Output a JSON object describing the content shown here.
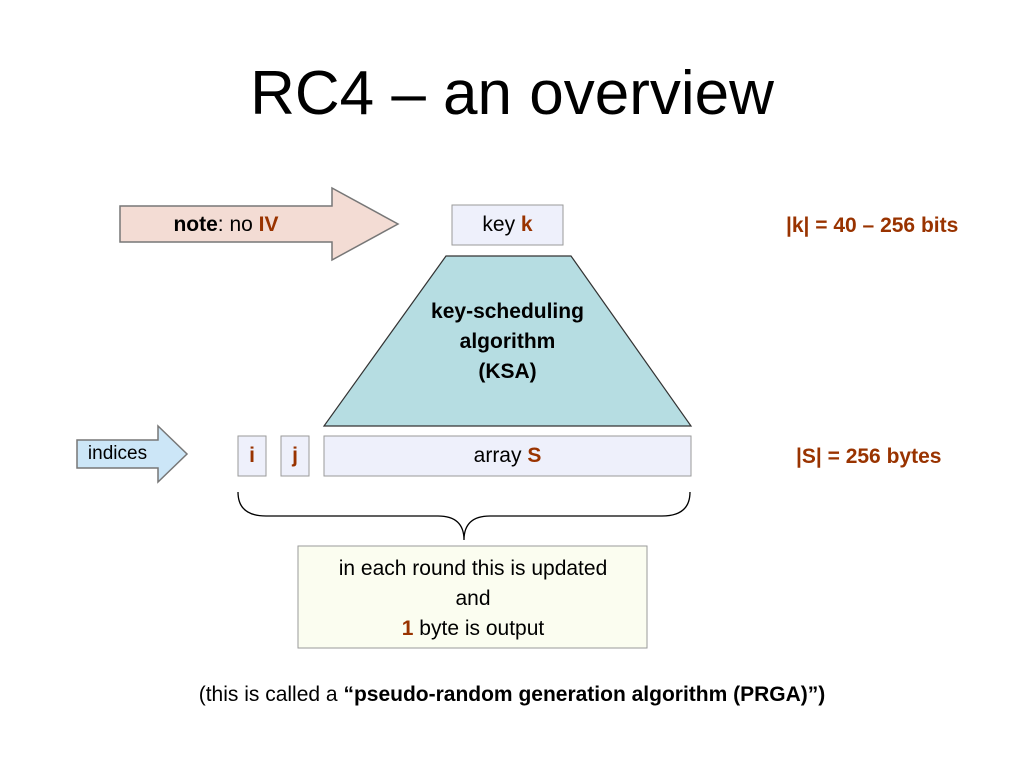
{
  "title": "RC4 – an overview",
  "note_arrow": {
    "bold": "note",
    "sep": ": no ",
    "iv": "IV"
  },
  "key_box": {
    "prefix": "key ",
    "var": "k"
  },
  "key_size": "|k| = 40 – 256 bits",
  "ksa": {
    "line1": "key-scheduling",
    "line2": "algorithm",
    "line3": "(KSA)"
  },
  "indices_arrow": "indices",
  "index_i": "i",
  "index_j": "j",
  "array_box": {
    "prefix": "array ",
    "var": "S"
  },
  "array_size": "|S| = 256 bytes",
  "round_note": {
    "line1": "in each round this is updated",
    "line2": "and",
    "line3_num": "1",
    "line3_rest": " byte is output"
  },
  "footer": {
    "prefix": "(this is called a ",
    "quote": "“pseudo-random generation algorithm (PRGA)”)"
  },
  "colors": {
    "accent": "#993300",
    "note_arrow_fill": "#f3dcd4",
    "indices_arrow_fill": "#cce6f7",
    "ksa_fill": "#b6dde2",
    "key_box_fill": "#eef0fb",
    "array_box_fill": "#eef0fb",
    "round_note_fill": "#fbfdf0"
  }
}
